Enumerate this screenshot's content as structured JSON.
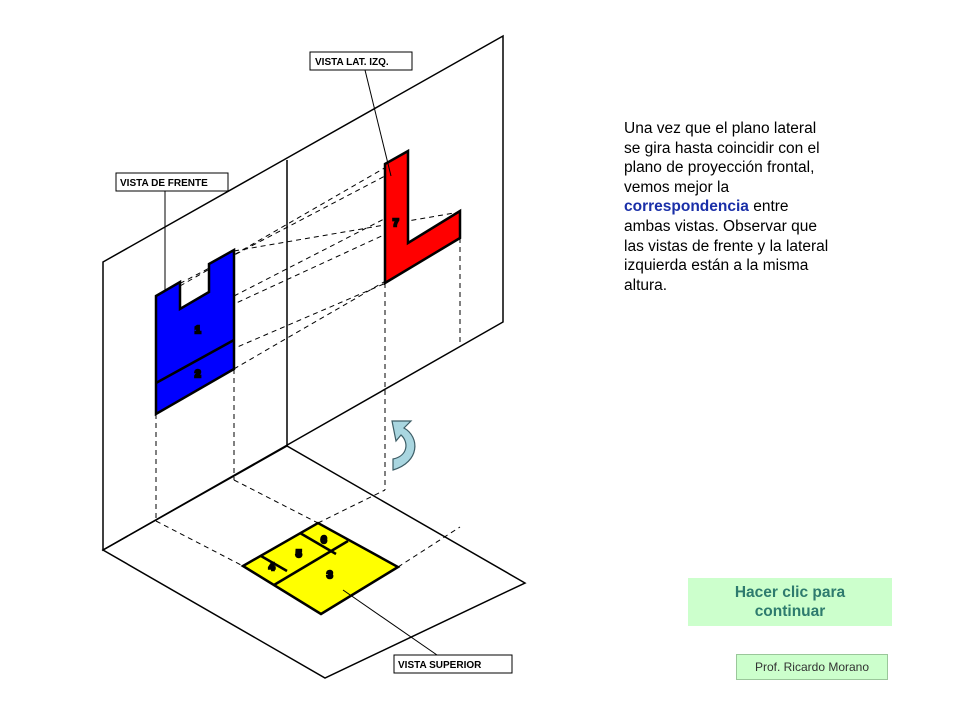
{
  "labels": {
    "front": "VISTA DE FRENTE",
    "left": "VISTA LAT. IZQ.",
    "top": "VISTA SUPERIOR"
  },
  "faces": {
    "f1": "1",
    "f2": "2",
    "f3": "3",
    "f4": "4",
    "f5": "5",
    "f6": "6",
    "f7": "7"
  },
  "colors": {
    "front_view": "#0000ff",
    "left_view": "#ff0000",
    "top_view": "#ffff00",
    "rotate_arrow": "#a9d6e0",
    "highlight": "#1a2fa8",
    "button_bg": "#ccffcc",
    "button_text": "#2e7b6e"
  },
  "explanation": {
    "before": "Una vez que el plano lateral se gira hasta coincidir con el plano de proyección frontal, vemos mejor la ",
    "highlight": "correspondencia",
    "after": " entre ambas vistas. Observar que las vistas de frente y la lateral izquierda están a la misma altura."
  },
  "continue_button": "Hacer clic para continuar",
  "credit": "Prof. Ricardo Morano",
  "icons": {
    "rotate": "rotate-arrow-icon"
  }
}
